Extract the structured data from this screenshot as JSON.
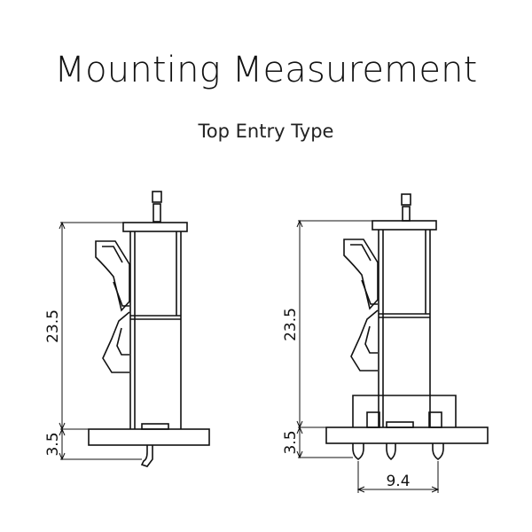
{
  "header": {
    "title": "Mounting Measurement",
    "subtitle": "Top Entry Type"
  },
  "left_view": {
    "height_dim": "23.5",
    "foot_dim": "3.5"
  },
  "right_view": {
    "height_dim": "23.5",
    "foot_dim": "3.5",
    "pitch_dim": "9.4"
  }
}
